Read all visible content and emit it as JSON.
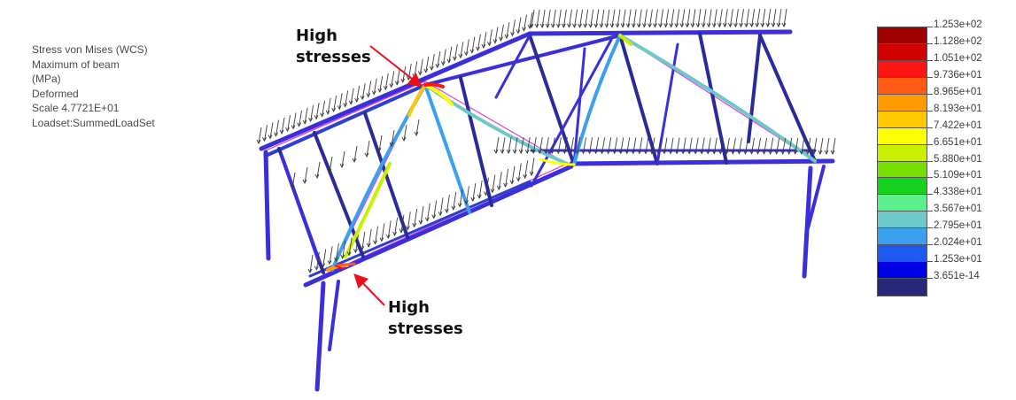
{
  "info": {
    "lines": [
      "Stress von Mises (WCS)",
      "Maximum of beam",
      "(MPa)",
      "Deformed",
      "Scale  4.7721E+01",
      "Loadset:SummedLoadSet"
    ]
  },
  "annotations": {
    "top": {
      "line1": "High",
      "line2": "stresses"
    },
    "bottom": {
      "line1": "High",
      "line2": "stresses"
    }
  },
  "legend": {
    "labels": [
      "1.253e+02",
      "1.128e+02",
      "1.051e+02",
      "9.736e+01",
      "8.965e+01",
      "8.193e+01",
      "7.422e+01",
      "6.651e+01",
      "5.880e+01",
      "5.109e+01",
      "4.338e+01",
      "3.567e+01",
      "2.795e+01",
      "2.024e+01",
      "1.253e+01",
      "3.651e-14"
    ],
    "colors": [
      "#a00000",
      "#d00000",
      "#ff1414",
      "#ff5a14",
      "#ff9a00",
      "#ffc800",
      "#ffff00",
      "#c8f000",
      "#78e000",
      "#14d21e",
      "#5af08c",
      "#6ec8c8",
      "#3ca0f0",
      "#1e5af0",
      "#0000e6",
      "#28287a"
    ]
  },
  "colors": {
    "beam": "#3a2fd8",
    "beam_dark": "#24208a",
    "undeformed": "#e040e0",
    "arrow_annotation": "#e8101a",
    "load_arrow": "#3a3a3a"
  }
}
